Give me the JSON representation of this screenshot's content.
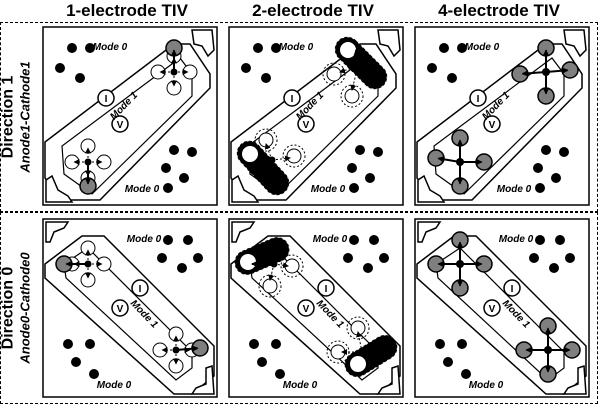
{
  "columns": [
    {
      "label": "1-electrode TIV"
    },
    {
      "label": "2-electrode TIV"
    },
    {
      "label": "4-electrode TIV"
    }
  ],
  "rows": [
    {
      "direction": "Direction 1",
      "subtitle": "Anode1-Cathode1"
    },
    {
      "direction": "Direction 0",
      "subtitle": "Anode0-Cathode0"
    }
  ],
  "labels": {
    "mode0": "Mode 0",
    "mode1": "Mode 1",
    "current_symbol": "I",
    "voltage_symbol": "V"
  },
  "colors": {
    "line": "#000000",
    "electrode_fill": "#7f7f7f",
    "background": "#ffffff"
  }
}
